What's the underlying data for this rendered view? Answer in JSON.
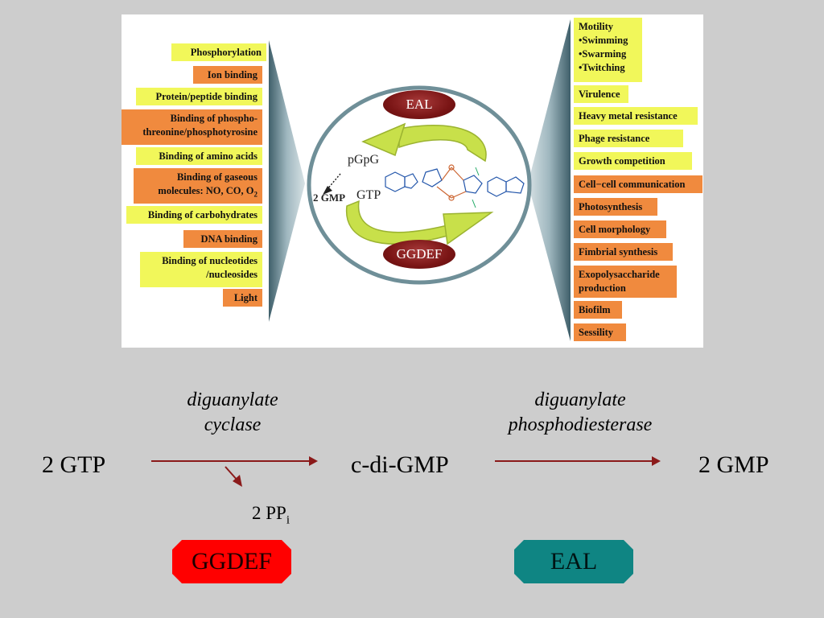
{
  "figure": {
    "left_functions": [
      {
        "text": "Phosphorylation",
        "color": "yellow"
      },
      {
        "text": "Ion binding",
        "color": "orange"
      },
      {
        "text": "Protein/peptide binding",
        "color": "yellow"
      },
      {
        "lines": [
          "Binding of phospho-",
          "threonine/phosphotyrosine"
        ],
        "color": "orange"
      },
      {
        "text": "Binding of amino acids",
        "color": "yellow"
      },
      {
        "line1": "Binding of gaseous",
        "line2": "molecules: NO, CO, O",
        "sub": "2",
        "color": "orange"
      },
      {
        "text": "Binding of carbohydrates",
        "color": "yellow"
      },
      {
        "text": "DNA binding",
        "color": "orange"
      },
      {
        "lines": [
          "Binding of nucleotides",
          "/nucleosides"
        ],
        "color": "yellow"
      },
      {
        "text": "Light",
        "color": "orange"
      }
    ],
    "right_functions": [
      {
        "lines": [
          "Motility",
          "•Swimming",
          "•Swarming",
          "•Twitching"
        ],
        "color": "yellow"
      },
      {
        "text": "Virulence",
        "color": "yellow"
      },
      {
        "text": "Heavy metal resistance",
        "color": "yellow"
      },
      {
        "text": "Phage resistance",
        "color": "yellow"
      },
      {
        "text": "Growth competition",
        "color": "yellow"
      },
      {
        "text": "Cell−cell communication",
        "color": "orange"
      },
      {
        "text": "Photosynthesis",
        "color": "orange"
      },
      {
        "text": "Cell morphology",
        "color": "orange"
      },
      {
        "text": "Fimbrial synthesis",
        "color": "orange"
      },
      {
        "lines": [
          "Exopolysaccharide",
          "production"
        ],
        "color": "orange"
      },
      {
        "text": "Biofilm",
        "color": "orange"
      },
      {
        "text": "Sessility",
        "color": "orange"
      }
    ],
    "cycle": {
      "eal_label": "EAL",
      "ggdef_label": "GGDEF",
      "pgpg": "pGpG",
      "two_gmp": "2 GMP",
      "gtp": "GTP"
    }
  },
  "reaction": {
    "substrate": "2 GTP",
    "intermediate": "c-di-GMP",
    "product": "2 GMP",
    "enzyme1_line1": "diguanylate",
    "enzyme1_line2": "cyclase",
    "enzyme2_line1": "diguanylate",
    "enzyme2_line2": "phosphodiesterase",
    "byproduct": "2 PP",
    "byproduct_sub": "i",
    "ggdef_badge": "GGDEF",
    "eal_badge": "EAL"
  },
  "colors": {
    "background": "#cdcdcd",
    "yellow_box": "#f1f75a",
    "orange_box": "#f08a3e",
    "arrow": "#8b1a1a",
    "ggdef_badge": "#ff0000",
    "eal_badge": "#0f8583",
    "cycle_arrow": "#c8e04a"
  }
}
